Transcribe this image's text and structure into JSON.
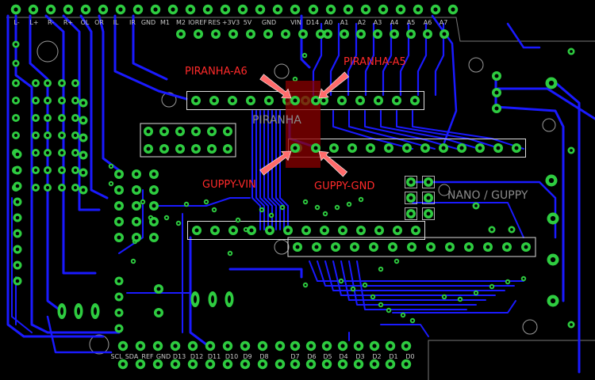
{
  "colors": {
    "background": "#000000",
    "trace": "#1a1aff",
    "pad": "#2ecc40",
    "silkscreen": "#c8c8c8",
    "highlight": "#8b0000",
    "annotation": "#ff2a2a",
    "arrow": "#ff6b6b"
  },
  "header_top_left": {
    "labels": [
      "L-",
      "L+",
      "R-",
      "R+",
      "OL",
      "OR",
      "IL",
      "IR",
      "GND",
      "M1",
      "M2",
      "IOREF",
      "RES",
      "+3V3",
      "5V",
      "GND",
      "VIN"
    ]
  },
  "header_top_right": {
    "labels": [
      "D14",
      "A0",
      "A1",
      "A2",
      "A3",
      "A4",
      "A5",
      "A6",
      "A7"
    ]
  },
  "header_bottom_left": {
    "labels": [
      "SCL",
      "SDA",
      "REF",
      "GND",
      "D13",
      "D12",
      "D11",
      "D10",
      "D9",
      "D8"
    ]
  },
  "header_bottom_right": {
    "labels": [
      "D7",
      "D6",
      "D5",
      "D4",
      "D3",
      "D2",
      "D1",
      "D0"
    ]
  },
  "annotations": {
    "piranha_a6": "PIRANHA-A6",
    "piranha_a5": "PIRANHA-A5",
    "guppy_vin": "GUPPY-VIN",
    "guppy_gnd": "GUPPY-GND"
  },
  "module_labels": {
    "piranha": "PIRANHA",
    "nano_guppy": "NANO / GUPPY"
  }
}
